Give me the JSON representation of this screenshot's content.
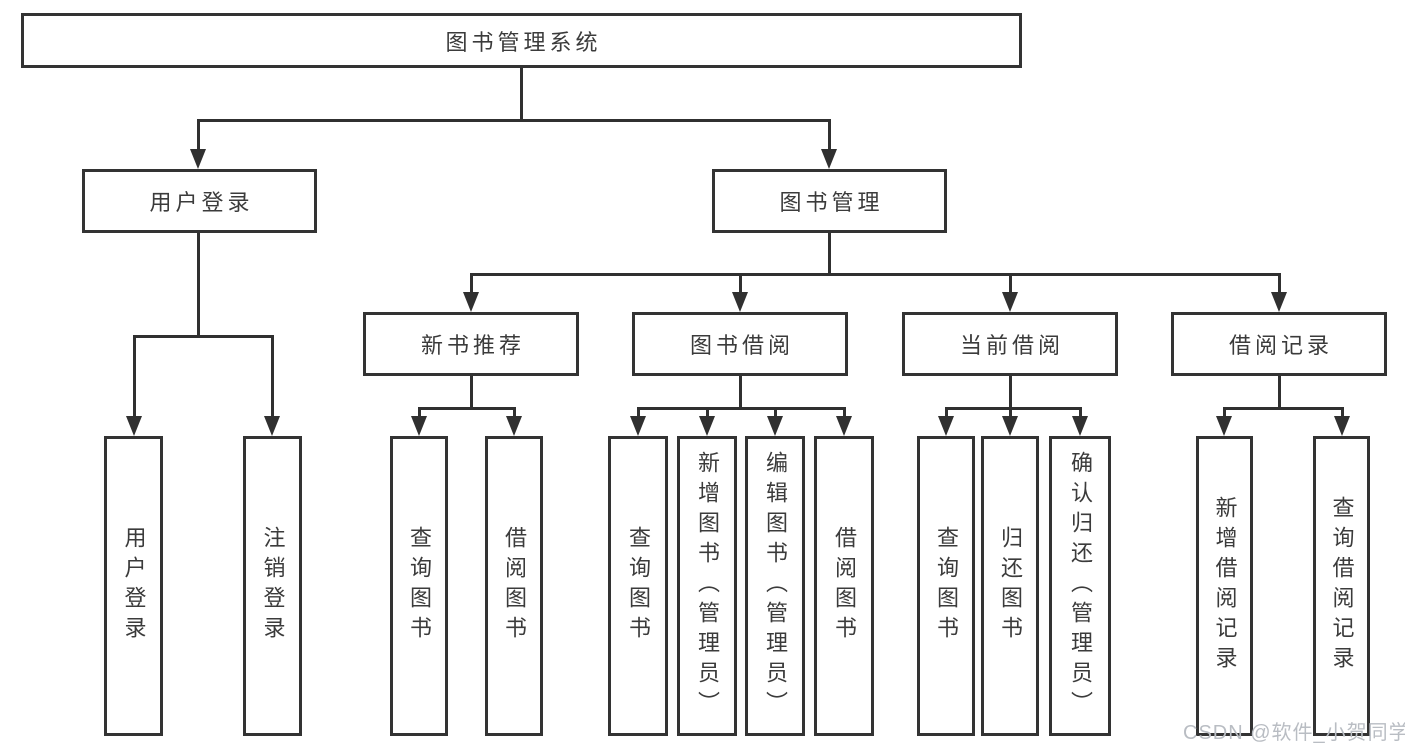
{
  "diagram": {
    "title": "图书管理系统",
    "root": {
      "label": "图书管理系统"
    },
    "branches": [
      {
        "label": "用户登录",
        "children": [
          {
            "label": "用户登录"
          },
          {
            "label": "注销登录"
          }
        ]
      },
      {
        "label": "图书管理",
        "children": [
          {
            "label": "新书推荐",
            "children": [
              {
                "label": "查询图书"
              },
              {
                "label": "借阅图书"
              }
            ]
          },
          {
            "label": "图书借阅",
            "children": [
              {
                "label": "查询图书"
              },
              {
                "label": "新增图书（管理员）"
              },
              {
                "label": "编辑图书（管理员）"
              },
              {
                "label": "借阅图书"
              }
            ]
          },
          {
            "label": "当前借阅",
            "children": [
              {
                "label": "查询图书"
              },
              {
                "label": "归还图书"
              },
              {
                "label": "确认归还（管理员）"
              }
            ]
          },
          {
            "label": "借阅记录",
            "children": [
              {
                "label": "新增借阅记录"
              },
              {
                "label": "查询借阅记录"
              }
            ]
          }
        ]
      }
    ]
  },
  "watermark": "CSDN @软件_小贺同学",
  "colors": {
    "line": "#303030",
    "border": "#333333",
    "text": "#3b3b3b",
    "background": "#ffffff",
    "watermark": "#b9bdc3"
  }
}
